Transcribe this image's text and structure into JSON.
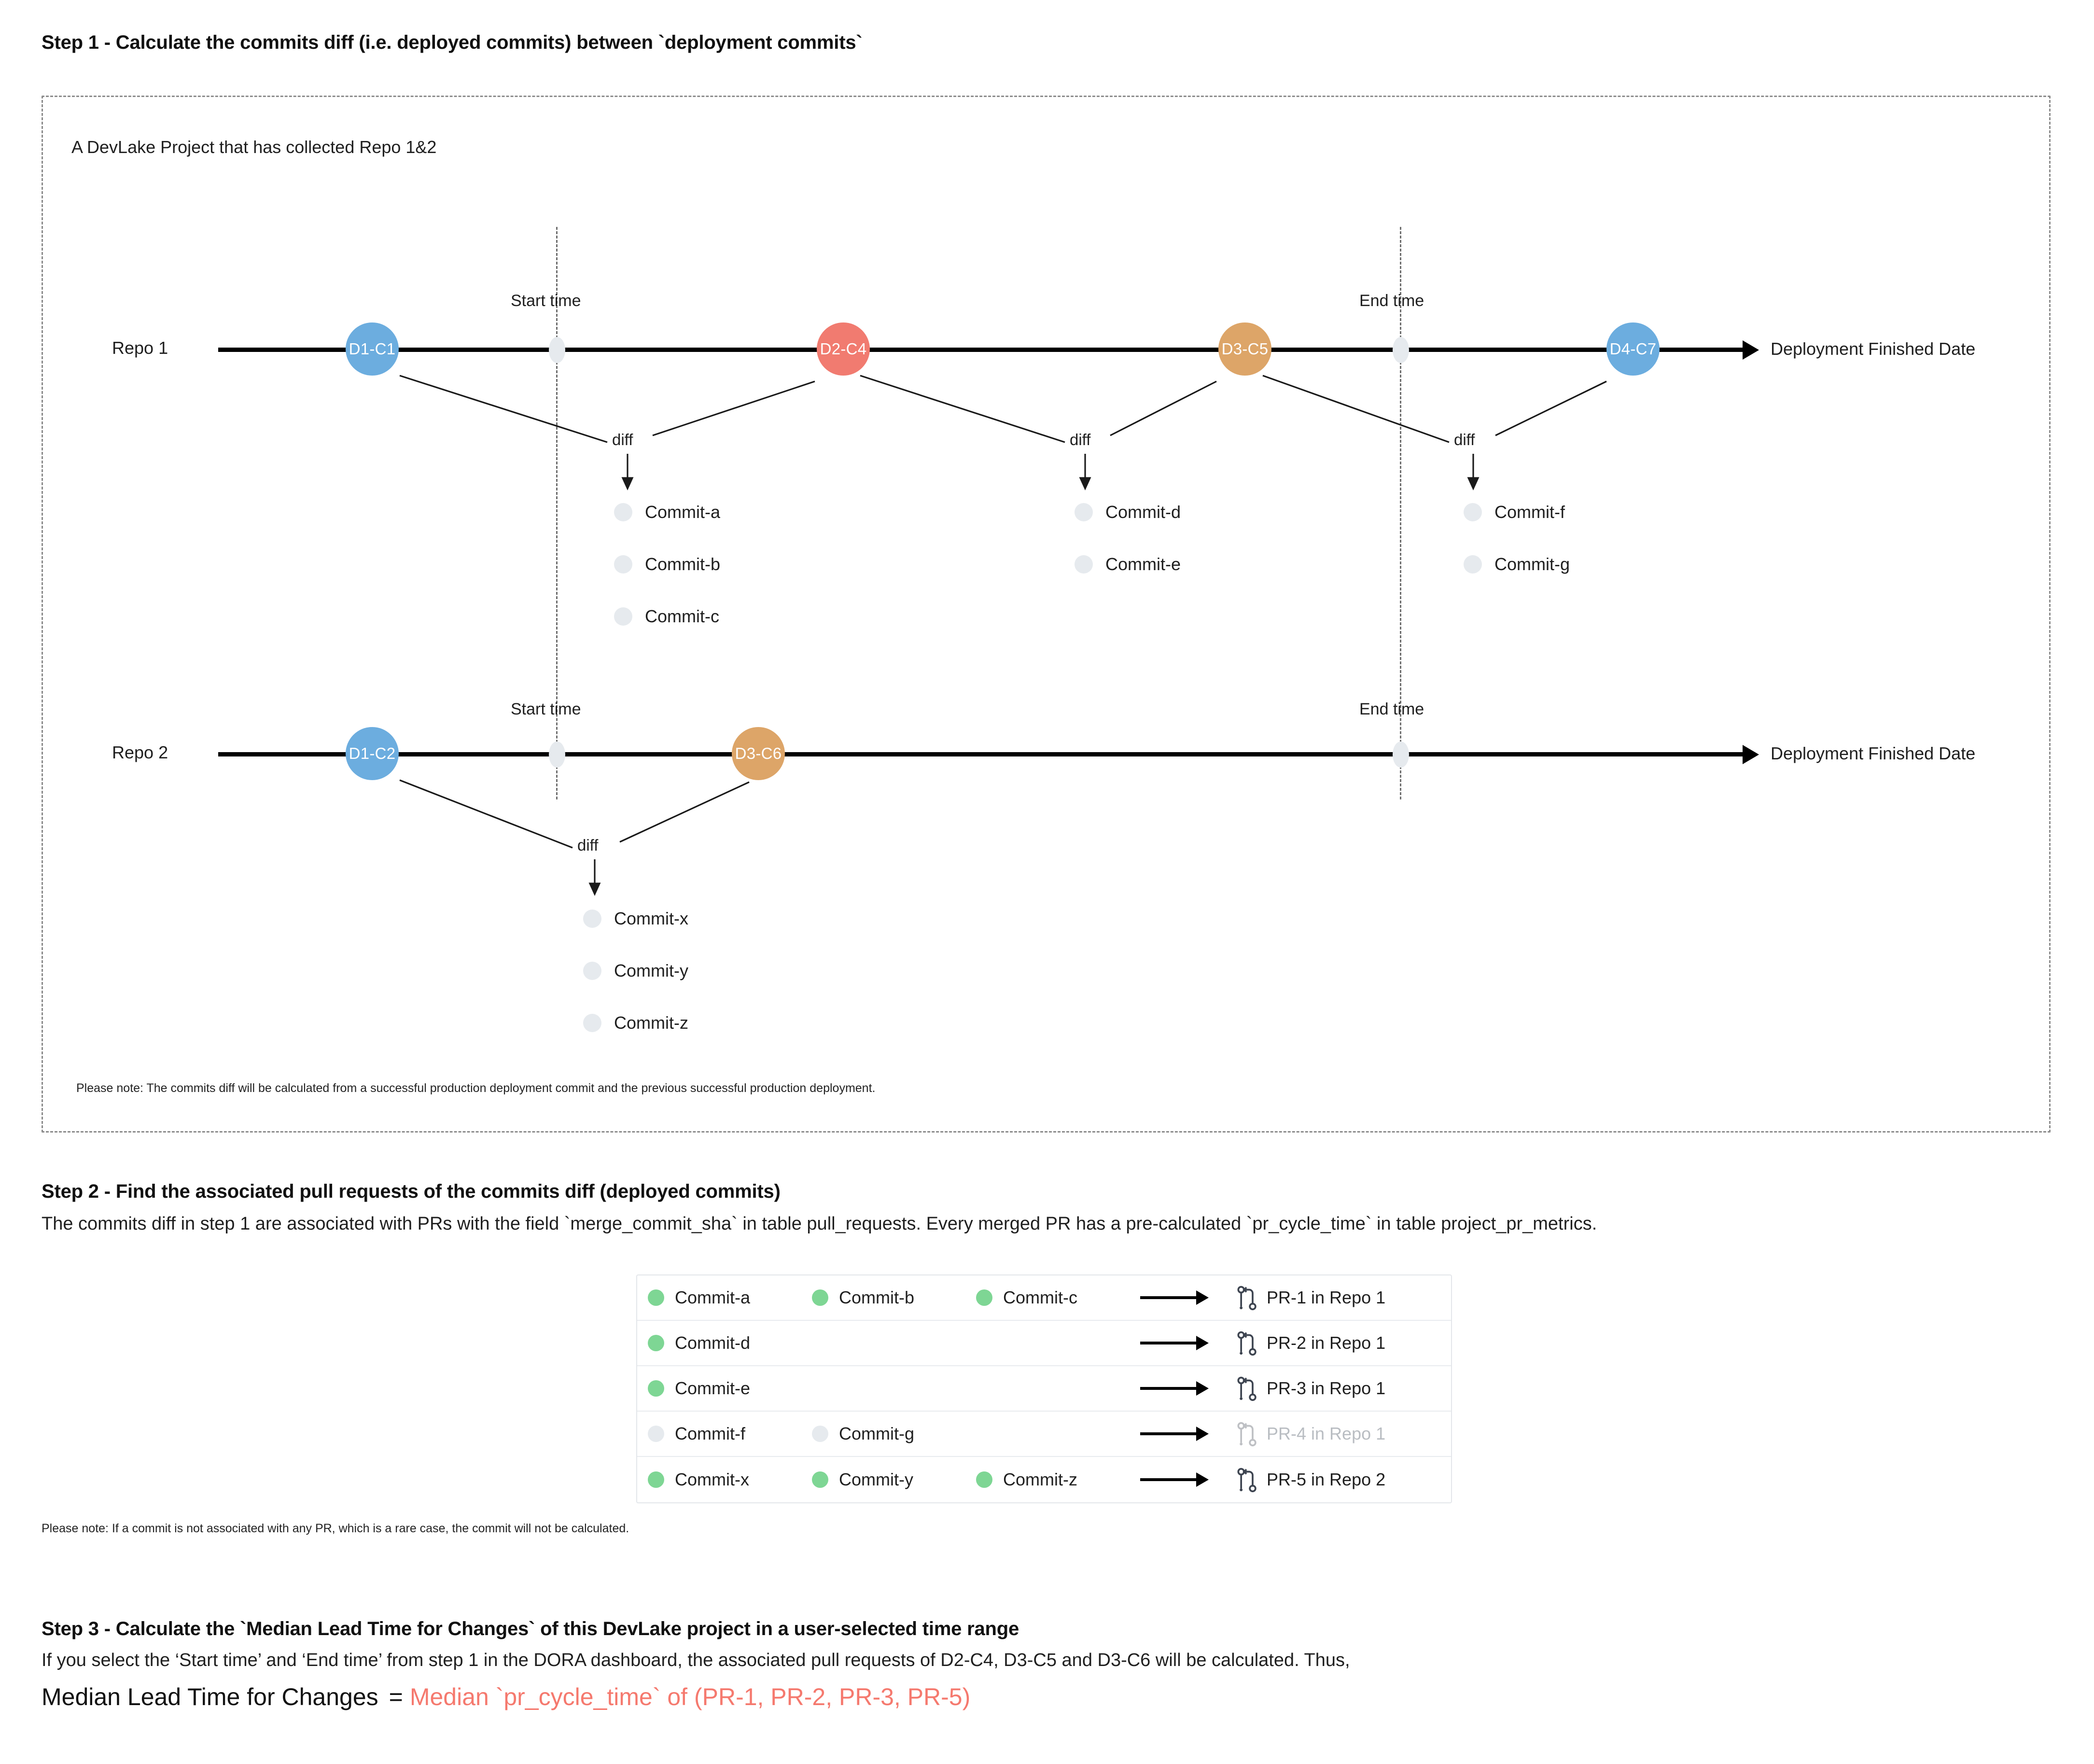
{
  "steps": {
    "step1": {
      "title": "Step 1 - Calculate the commits diff (i.e. deployed commits) between `deployment commits`",
      "box_caption": "A DevLake Project that has collected Repo 1&2",
      "note": "Please note: The commits diff will be calculated from a successful production deployment commit and the previous successful production deployment."
    },
    "step2": {
      "title": "Step 2 - Find the associated pull requests of the commits diff (deployed commits)",
      "paragraph": "The commits diff in step 1 are associated with PRs with the field `merge_commit_sha` in table pull_requests. Every merged PR has a pre-calculated `pr_cycle_time` in table project_pr_metrics.",
      "note": "Please note: If a commit is not associated with any PR, which is a rare case, the commit will not be calculated."
    },
    "step3": {
      "title": "Step 3 - Calculate the `Median Lead Time for Changes` of this DevLake project in a user-selected time range",
      "paragraph": "If you select the ‘Start time’ and ‘End time’ from step 1 in the DORA dashboard, the associated pull requests of D2-C4, D3-C5 and D3-C6 will be calculated. Thus,",
      "formula_lhs": "Median Lead Time for Changes",
      "formula_eq": "=",
      "formula_rhs": "Median `pr_cycle_time` of (PR-1, PR-2, PR-3, PR-5)"
    }
  },
  "timelines": [
    {
      "repo_label": "Repo 1",
      "axis_label": "Deployment Finished Date",
      "start_time_label": "Start time",
      "end_time_label": "End time",
      "nodes": [
        {
          "label": "D1-C1",
          "color": "#6CADDF"
        },
        {
          "label": "D2-C4",
          "color": "#F17B70"
        },
        {
          "label": "D3-C5",
          "color": "#DDA568"
        },
        {
          "label": "D4-C7",
          "color": "#6CADDF"
        }
      ],
      "diffs": [
        {
          "label": "diff",
          "commits": [
            "Commit-a",
            "Commit-b",
            "Commit-c"
          ]
        },
        {
          "label": "diff",
          "commits": [
            "Commit-d",
            "Commit-e"
          ]
        },
        {
          "label": "diff",
          "commits": [
            "Commit-f",
            "Commit-g"
          ]
        }
      ]
    },
    {
      "repo_label": "Repo 2",
      "axis_label": "Deployment Finished Date",
      "start_time_label": "Start time",
      "end_time_label": "End time",
      "nodes": [
        {
          "label": "D1-C2",
          "color": "#6CADDF"
        },
        {
          "label": "D3-C6",
          "color": "#DDA568"
        }
      ],
      "diffs": [
        {
          "label": "diff",
          "commits": [
            "Commit-x",
            "Commit-y",
            "Commit-z"
          ]
        }
      ]
    }
  ],
  "pr_mapping": {
    "rows": [
      {
        "commits": [
          "Commit-a",
          "Commit-b",
          "Commit-c"
        ],
        "pr": "PR-1 in Repo 1",
        "muted": false
      },
      {
        "commits": [
          "Commit-d"
        ],
        "pr": "PR-2 in Repo 1",
        "muted": false
      },
      {
        "commits": [
          "Commit-e"
        ],
        "pr": "PR-3 in Repo 1",
        "muted": false
      },
      {
        "commits": [
          "Commit-f",
          "Commit-g"
        ],
        "pr": "PR-4 in Repo 1",
        "muted": true
      },
      {
        "commits": [
          "Commit-x",
          "Commit-y",
          "Commit-z"
        ],
        "pr": "PR-5 in Repo 2",
        "muted": false
      }
    ]
  },
  "colors": {
    "blue": "#6CADDF",
    "red": "#F17B70",
    "orange": "#DDA568",
    "green": "#7ED694",
    "grey_dot": "#e6eaee",
    "accent_red_text": "#F5796E"
  }
}
